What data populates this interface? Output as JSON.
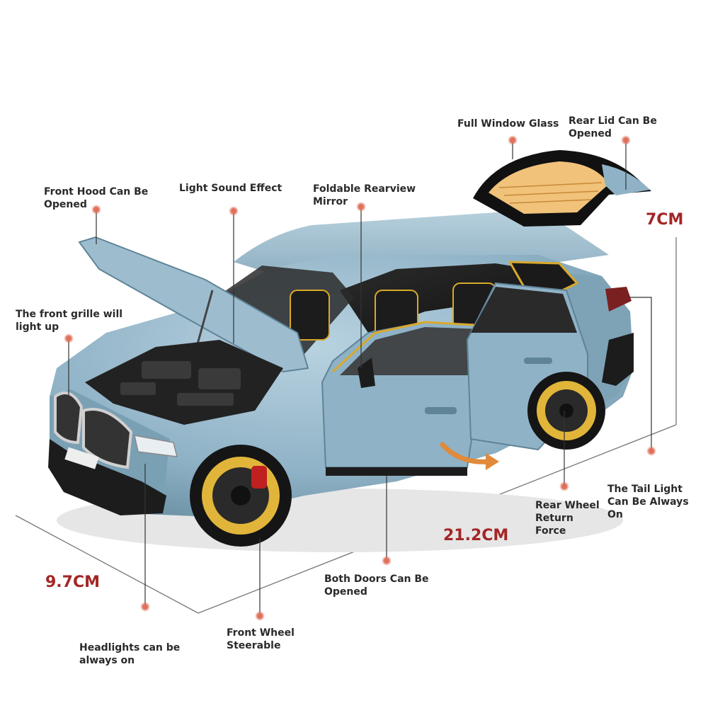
{
  "annotations": {
    "front_hood": "Front Hood Can Be\nOpened",
    "light_sound": "Light Sound Effect",
    "foldable_mirror": "Foldable Rearview\nMirror",
    "full_window_glass": "Full Window Glass",
    "rear_lid": "Rear Lid Can Be\nOpened",
    "front_grille": "The front grille will\nlight up",
    "rear_wheel": "Rear Wheel\nReturn\nForce",
    "tail_light": "The Tail Light\nCan Be Always\nOn",
    "both_doors": "Both Doors Can Be\nOpened",
    "front_wheel": "Front Wheel\nSteerable",
    "headlights": "Headlights can be\nalways on"
  },
  "dimensions": {
    "height": "7CM",
    "length": "21.2CM",
    "width": "9.7CM"
  },
  "colors": {
    "body": "#8fb2c6",
    "accent": "#d9a92a",
    "marker": "#e0705a",
    "dimension_text": "#a32626"
  }
}
